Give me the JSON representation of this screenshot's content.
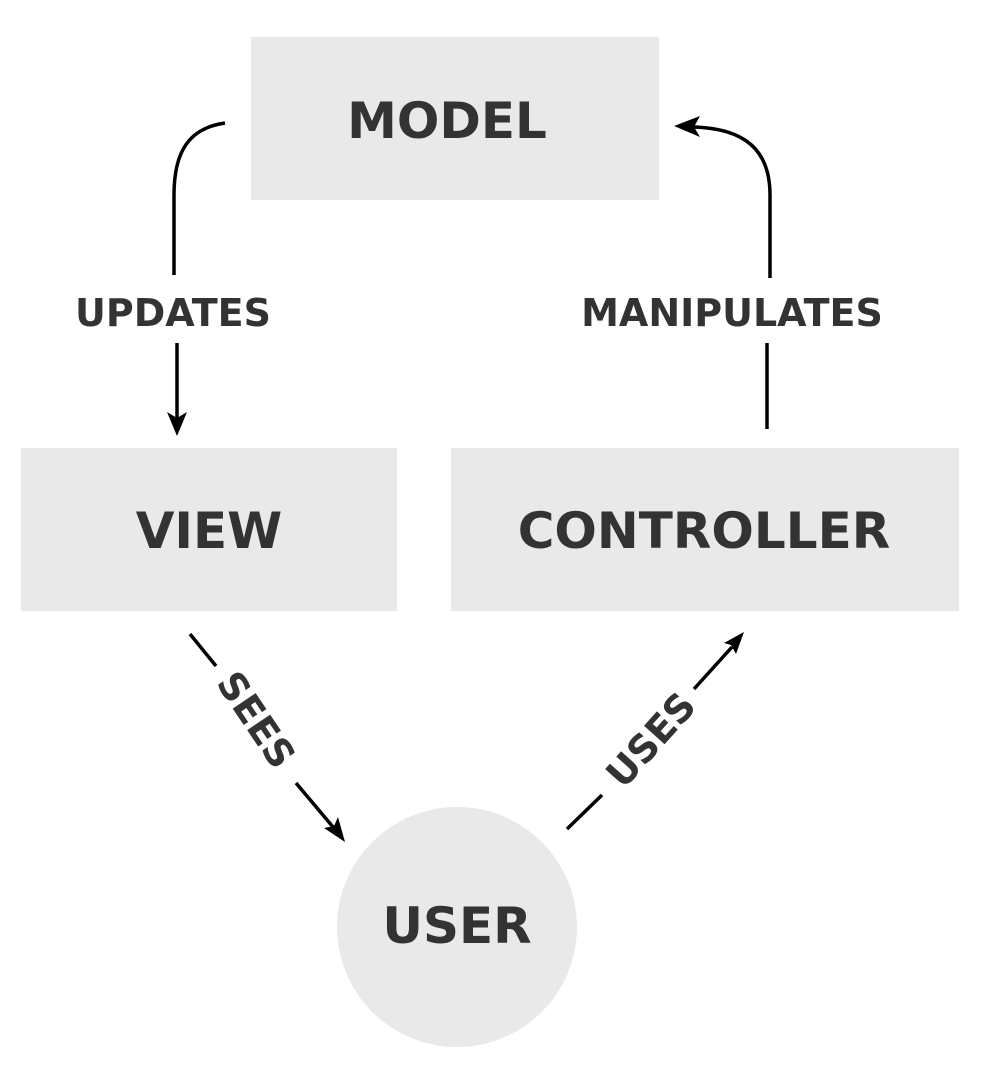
{
  "nodes": {
    "model": {
      "label": "MODEL"
    },
    "view": {
      "label": "VIEW"
    },
    "controller": {
      "label": "CONTROLLER"
    },
    "user": {
      "label": "USER"
    }
  },
  "edges": {
    "updates": {
      "label": "UPDATES"
    },
    "manipulates": {
      "label": "MANIPULATES"
    },
    "sees": {
      "label": "SEES"
    },
    "uses": {
      "label": "USES"
    }
  },
  "colors": {
    "node_fill": "#e9e9e9",
    "text": "#333333",
    "arrow": "#000000"
  }
}
